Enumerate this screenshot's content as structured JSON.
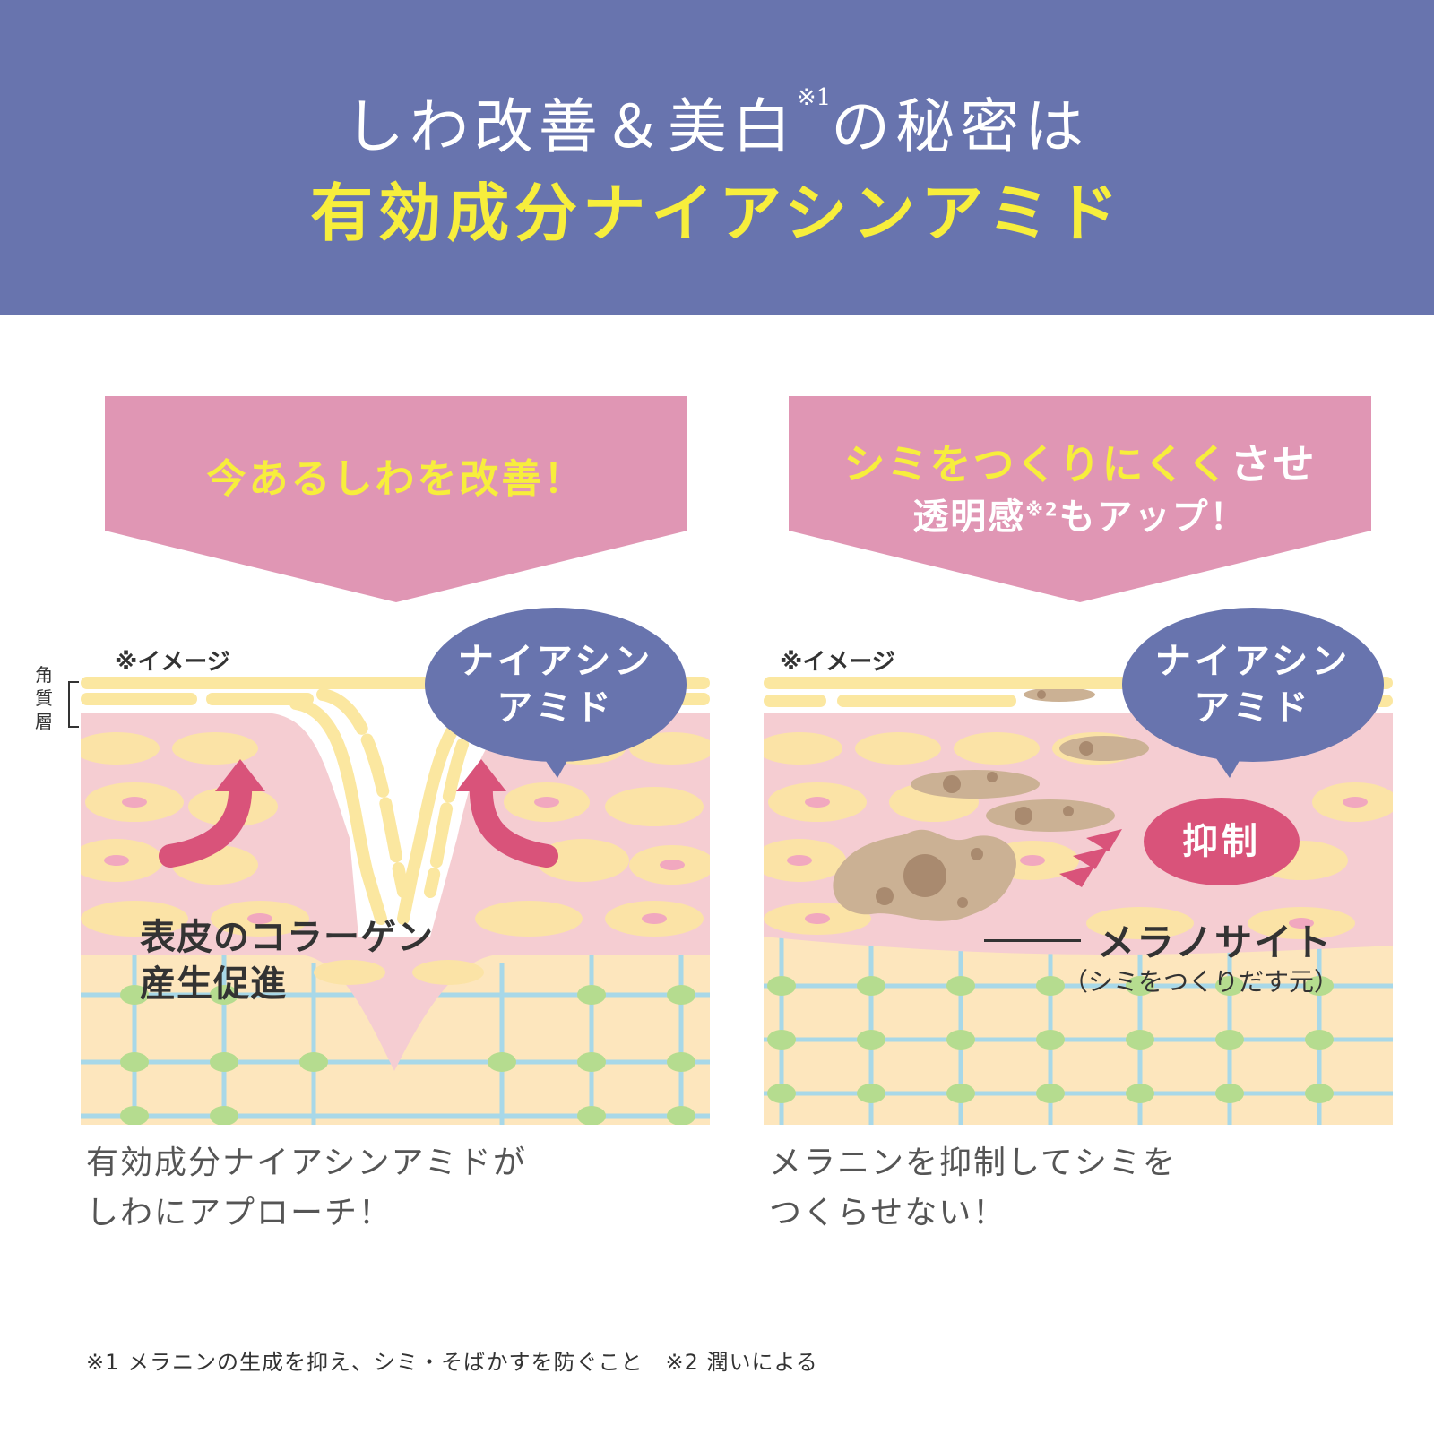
{
  "header": {
    "line1_text": "しわ改善＆美白",
    "line1_sup": "※1",
    "line1_tail": "の秘密は",
    "line2": "有効成分ナイアシンアミド"
  },
  "left": {
    "banner": "今あるしわを改善！",
    "image_note": "※イメージ",
    "layer_label": [
      "角",
      "質",
      "層"
    ],
    "bubble": [
      "ナイアシン",
      "アミド"
    ],
    "effect": [
      "表皮のコラーゲン",
      "産生促進"
    ],
    "caption": [
      "有効成分ナイアシンアミドが",
      "しわにアプローチ！"
    ]
  },
  "right": {
    "banner_yellow": "シミをつくりにくく",
    "banner_white": "させ",
    "banner_line2_a": "透明感",
    "banner_line2_sup": "※2",
    "banner_line2_b": "もアップ！",
    "image_note": "※イメージ",
    "bubble": [
      "ナイアシン",
      "アミド"
    ],
    "suppress": "抑制",
    "melanocyte": "メラノサイト",
    "melanocyte_note": "（シミをつくりだす元）",
    "caption": [
      "メラニンを抑制してシミを",
      "つくらせない！"
    ]
  },
  "footnote": "※1 メラニンの生成を抑え、シミ・そばかすを防ぐこと　※2  潤いによる",
  "colors": {
    "header_bg": "#6874ae",
    "title_white": "#ffffff",
    "title_yellow": "#f7ee3c",
    "banner_pink": "#e096b4",
    "bubble_blue": "#6874ae",
    "arrow_pink": "#d9537a",
    "skin_pink": "#f5cdd2",
    "fat_yellow": "#fce7b4",
    "stratum_yellow": "#fbe7a0",
    "mesh_blue": "#a8d8e8",
    "mesh_node_green": "#b5dc8f",
    "melanin_brown": "#cbb194"
  }
}
